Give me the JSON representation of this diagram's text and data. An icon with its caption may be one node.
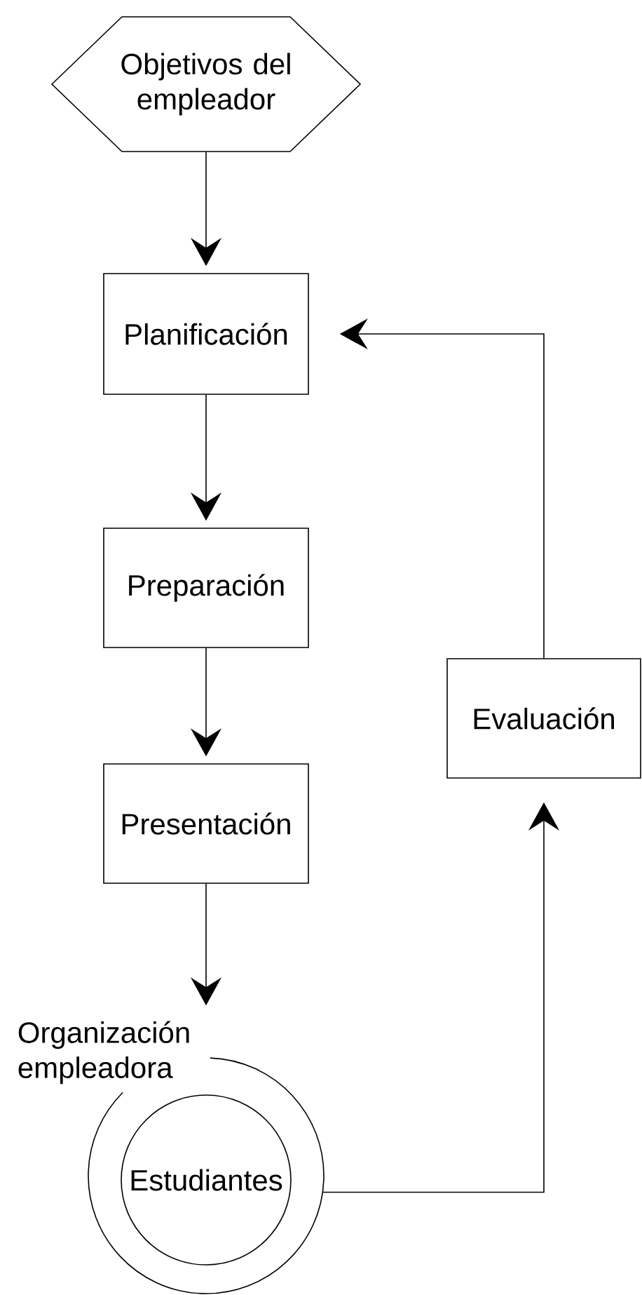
{
  "diagram": {
    "nodes": [
      {
        "text": [
          "Objetivos del empleador"
        ]
      },
      {
        "text": [
          "Planificación"
        ]
      },
      {
        "text": [
          "Preparación"
        ]
      },
      {
        "text": [
          "Presentación"
        ]
      },
      {
        "text": [
          "Organización empleadora"
        ]
      },
      {
        "text": [
          "Estudiantes"
        ],
        "in": 4
      },
      {
        "text": [
          "Evaluación"
        ]
      }
    ],
    "edges": [
      {
        "from": 0,
        "to": 1,
        "arrow": "to"
      },
      {
        "from": 1,
        "to": 2,
        "arrow": "to"
      },
      {
        "from": 2,
        "to": 3,
        "arrow": "to"
      },
      {
        "from": 3,
        "to": 4,
        "arrow": "to"
      },
      {
        "from": 4,
        "to": 6,
        "arrow": "to"
      },
      {
        "from": 6,
        "to": 1,
        "arrow": "to"
      }
    ]
  }
}
